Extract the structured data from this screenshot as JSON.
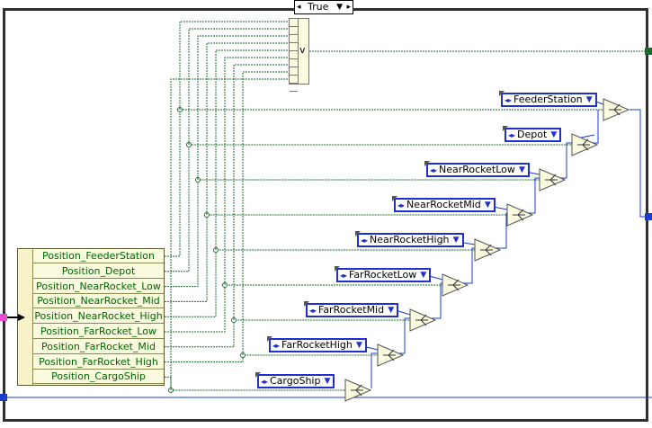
{
  "case_selector": {
    "value": "True",
    "left_arrow": "◂",
    "right_arrow": "▸",
    "dropdown": "▼"
  },
  "cluster": {
    "items": [
      "Position_FeederStation",
      "Position_Depot",
      "Position_NearRocket_Low",
      "Position_NearRocket_Mid",
      "Position_NearRocket_High",
      "Position_FarRocket_Low",
      "Position_FarRocket_Mid",
      "Position_FarRocket_High",
      "Position_CargoShip"
    ]
  },
  "or_array": {
    "symbol": "v"
  },
  "enum_constants": [
    {
      "label": "FeederStation"
    },
    {
      "label": "Depot"
    },
    {
      "label": "NearRocketLow"
    },
    {
      "label": "NearRocketMid"
    },
    {
      "label": "NearRocketHigh"
    },
    {
      "label": "FarRocketLow"
    },
    {
      "label": "FarRocketMid"
    },
    {
      "label": "FarRocketHigh"
    },
    {
      "label": "CargoShip"
    }
  ],
  "enum_icon": "◂▸",
  "enum_dropdown": "▼",
  "colors": {
    "wire_green": "#1e6b2e",
    "enum_blue": "#1f2fd1",
    "terminal_blue": "#1a3ccc",
    "terminal_pink": "#e64ad6",
    "frame": "#2f2f2f"
  }
}
